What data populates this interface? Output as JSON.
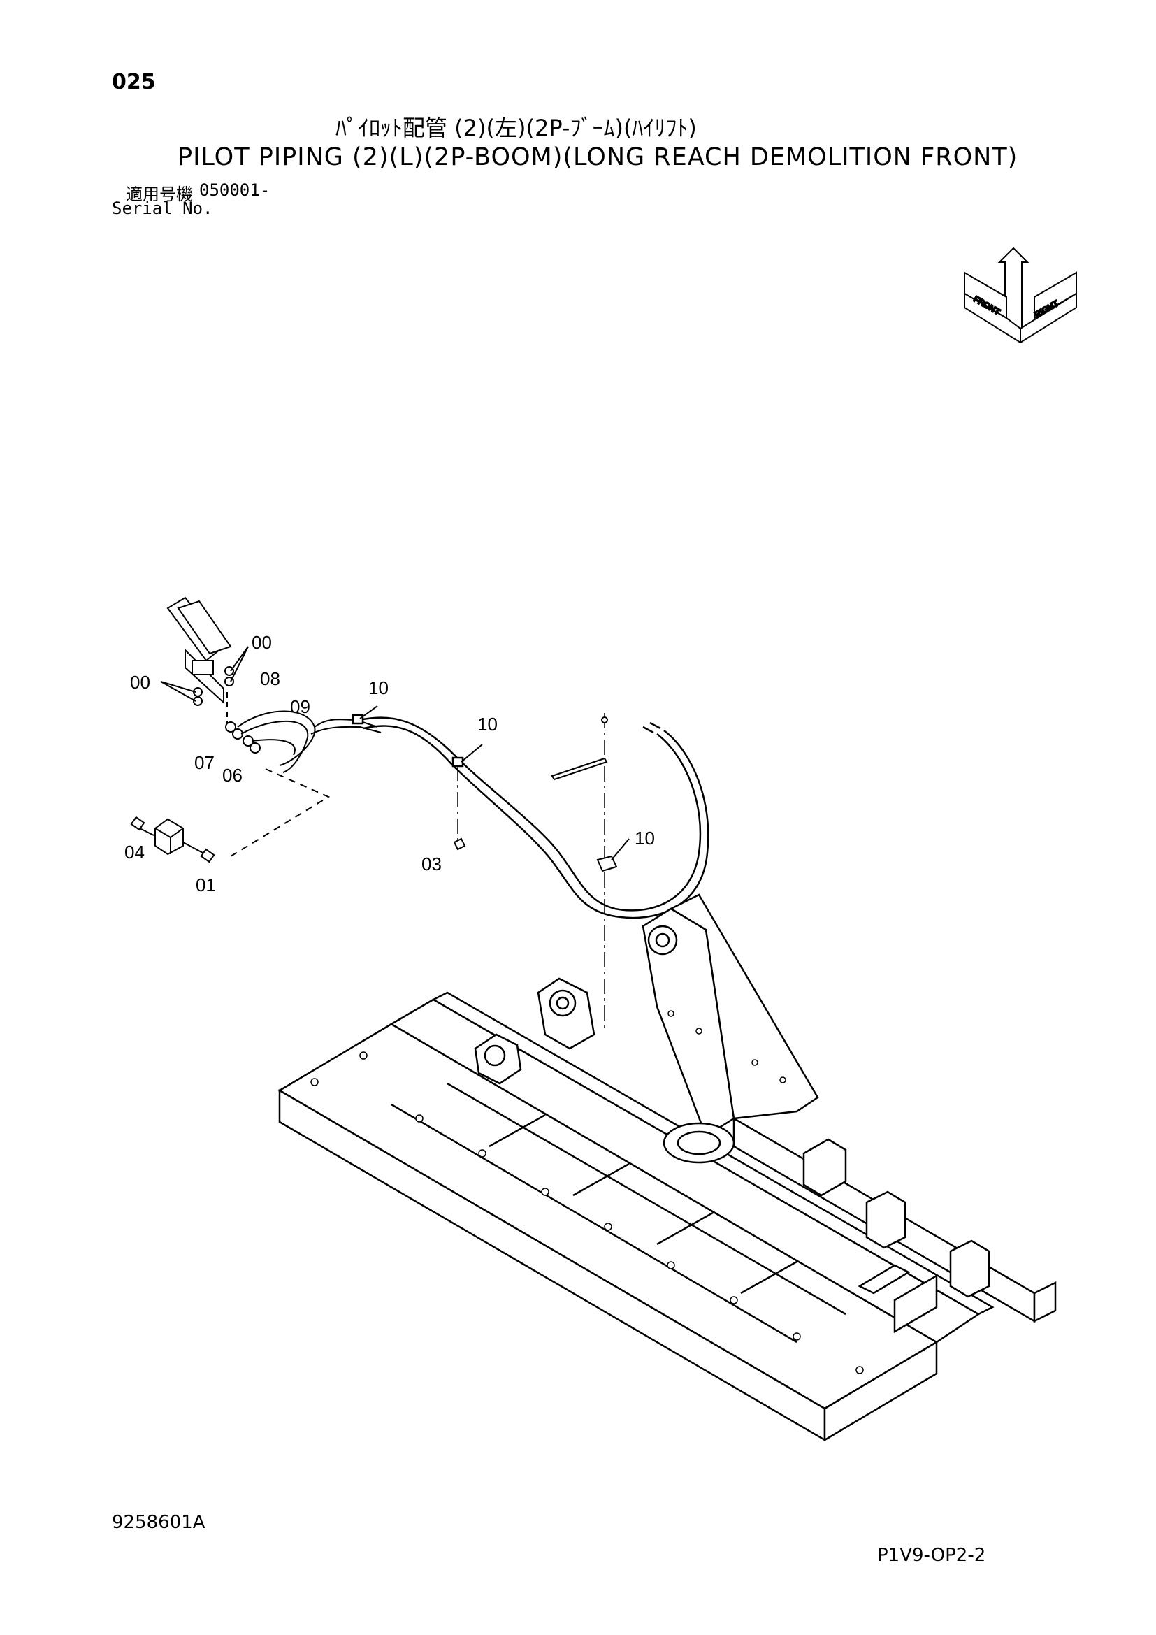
{
  "header": {
    "page_number": "025",
    "title_jp": "ﾊﾟｲﾛｯﾄ配管 (2)(左)(2P-ﾌﾞｰﾑ)(ﾊｲﾘﾌﾄ)",
    "title_en": "PILOT PIPING (2)(L)(2P-BOOM)(LONG REACH DEMOLITION FRONT)",
    "serial_label_jp": "適用号機",
    "serial_value": "050001-",
    "serial_label_en": "Serial No."
  },
  "orientation_icon": {
    "labels": [
      "FRONT",
      "RIGHT"
    ]
  },
  "callouts": [
    "00",
    "00",
    "08",
    "09",
    "10",
    "10",
    "07",
    "06",
    "04",
    "01",
    "03",
    "10"
  ],
  "footer": {
    "drawing_number": "9258601A",
    "page_code": "P1V9-OP2-2"
  }
}
